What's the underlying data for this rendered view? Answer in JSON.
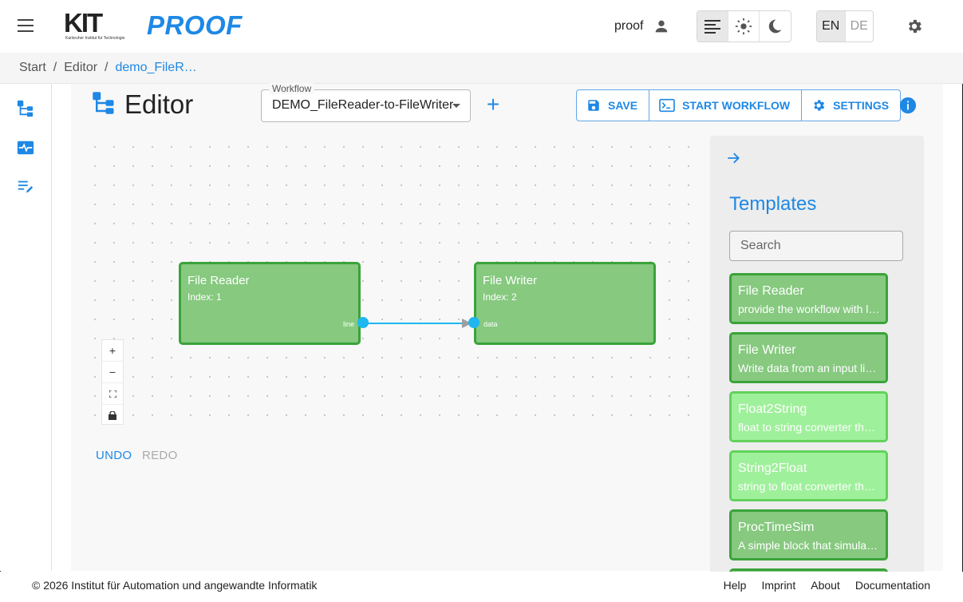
{
  "header": {
    "logo_text": "KIT",
    "logo_subtext": "Karlsruher Institut für Technologie",
    "app_title": "PROOF",
    "username": "proof",
    "language_options": [
      "EN",
      "DE"
    ],
    "language_selected": "EN",
    "theme_selected": "auto"
  },
  "breadcrumb": {
    "items": [
      "Start",
      "Editor"
    ],
    "current": "demo_FileR…"
  },
  "editor": {
    "title": "Editor",
    "workflow_label": "Workflow",
    "workflow_value": "DEMO_FileReader-to-FileWriter",
    "actions": {
      "save": "SAVE",
      "start": "START WORKFLOW",
      "settings": "SETTINGS"
    },
    "undo": "UNDO",
    "redo": "REDO"
  },
  "canvas": {
    "nodes": [
      {
        "title": "File Reader",
        "index": "Index: 1",
        "port_out": "line"
      },
      {
        "title": "File Writer",
        "index": "Index: 2",
        "port_in": "data"
      }
    ],
    "zoom_controls": [
      "+",
      "−"
    ]
  },
  "templates": {
    "title": "Templates",
    "search_placeholder": "Search",
    "items": [
      {
        "title": "File Reader",
        "desc": "provide the workflow with l…",
        "style": "dark"
      },
      {
        "title": "File Writer",
        "desc": "Write data from an input lin…",
        "style": "dark"
      },
      {
        "title": "Float2String",
        "desc": "float to string converter th…",
        "style": "light"
      },
      {
        "title": "String2Float",
        "desc": "string to float converter th…",
        "style": "light"
      },
      {
        "title": "ProcTimeSim",
        "desc": "A simple block that simula…",
        "style": "dark"
      }
    ]
  },
  "footer": {
    "copyright": "© 2026 Institut für Automation und angewandte Informatik",
    "links": [
      "Help",
      "Imprint",
      "About",
      "Documentation"
    ]
  },
  "colors": {
    "accent": "#1e88e5",
    "node_fill": "#86c97f",
    "node_border": "#3aa33a",
    "node_light_fill": "#9ff09b",
    "port": "#1eb7f0"
  }
}
